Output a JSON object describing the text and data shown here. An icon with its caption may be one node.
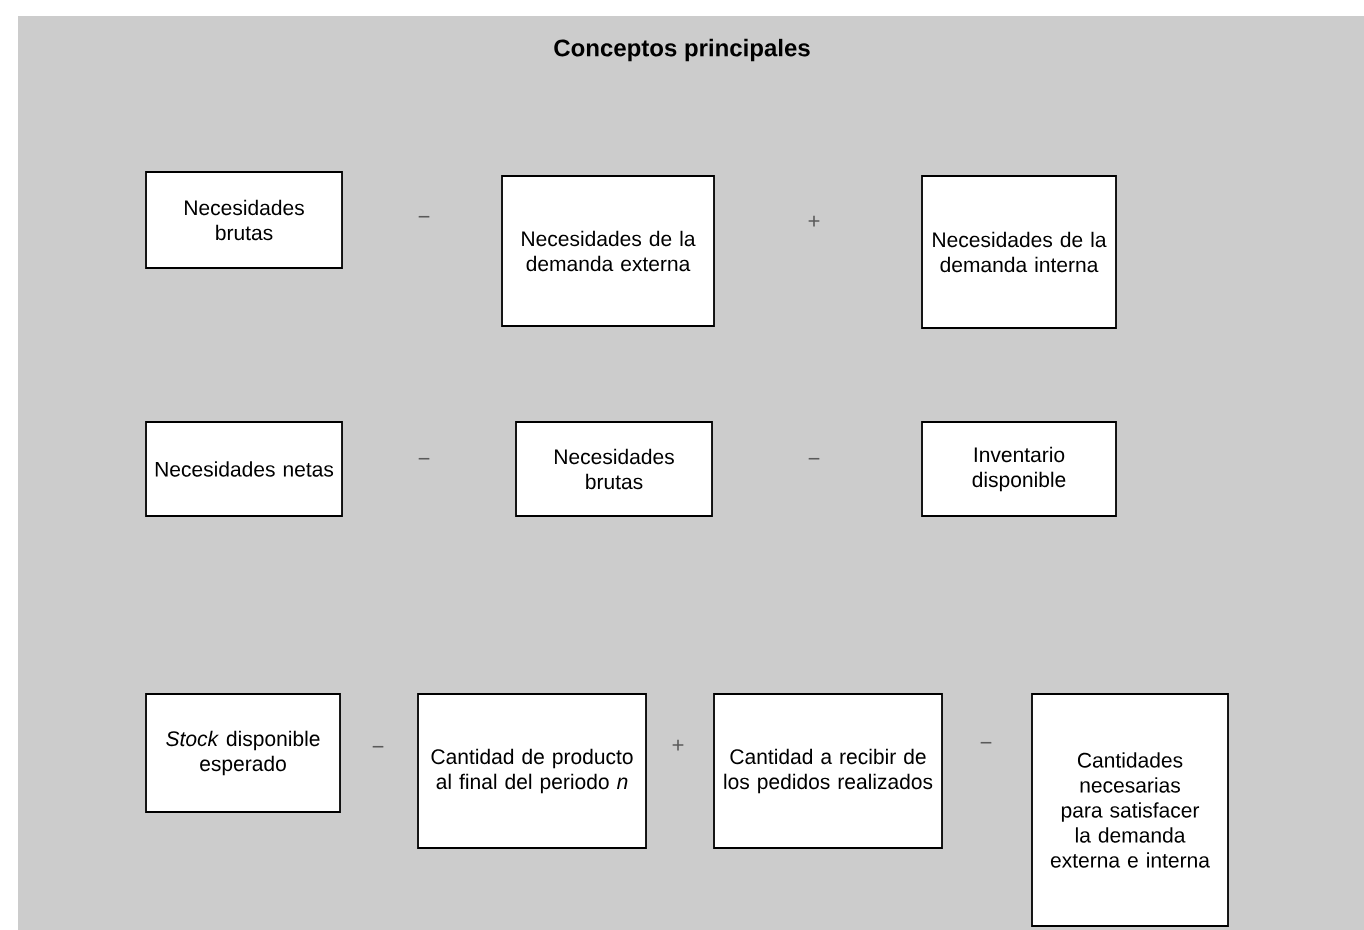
{
  "diagram": {
    "title": "Conceptos principales",
    "nodes": [
      {
        "text": [
          "Necesidades brutas"
        ]
      },
      {
        "text": [
          "Necesidades de la demanda externa"
        ]
      },
      {
        "text": [
          "Necesidades de la demanda interna"
        ]
      },
      {
        "text": [
          "Necesidades netas"
        ]
      },
      {
        "text": [
          "Necesidades brutas"
        ]
      },
      {
        "text": [
          "Inventario disponible"
        ]
      },
      {
        "text": [
          "*Stock* disponible esperado"
        ]
      },
      {
        "text": [
          "Cantidad de producto al final del periodo *n*"
        ]
      },
      {
        "text": [
          "Cantidad a recibir de los pedidos realizados"
        ]
      },
      {
        "text": [
          "Cantidades necesarias para satisfacer la demanda externa e interna"
        ]
      }
    ],
    "labels": [
      "−",
      "+",
      "−",
      "−",
      "−",
      "+",
      "−"
    ]
  }
}
